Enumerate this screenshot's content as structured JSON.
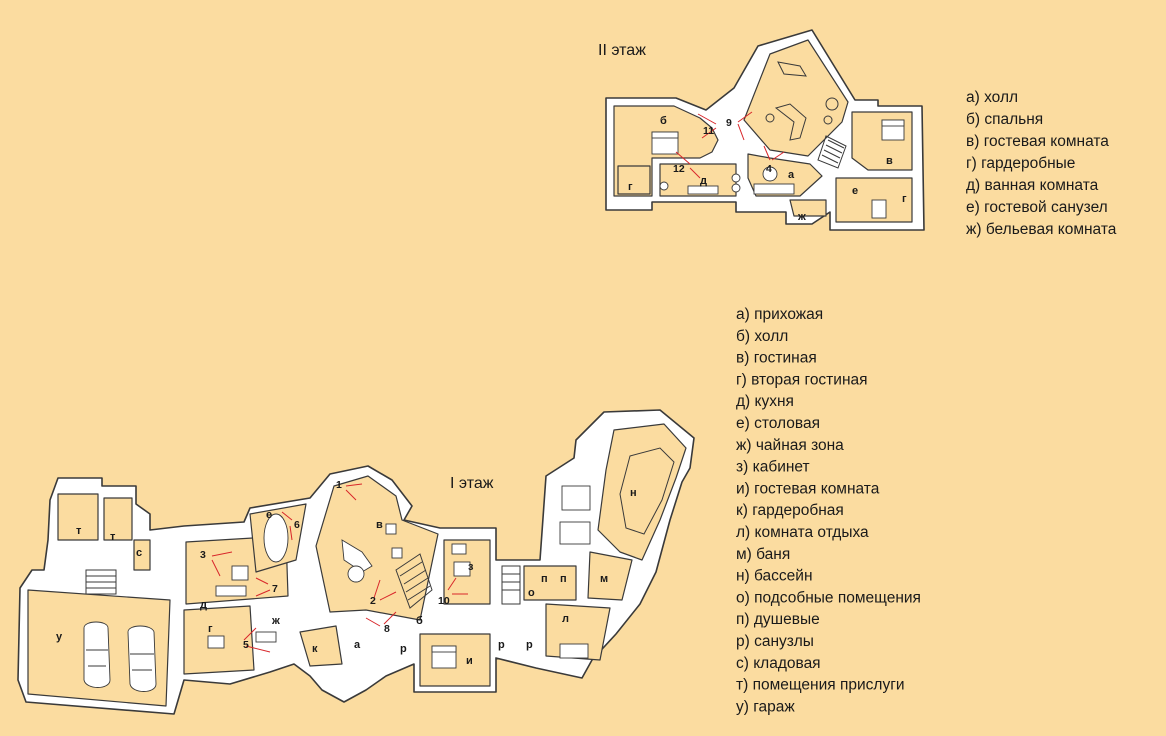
{
  "floor2": {
    "title": "II этаж",
    "legend": [
      "а) холл",
      "б) спальня",
      "в) гостевая комната",
      "г) гардеробные",
      "д) ванная комната",
      "е) гостевой санузел",
      "ж) бельевая комната"
    ],
    "rooms": [
      "а",
      "б",
      "в",
      "г",
      "г",
      "д",
      "е",
      "ж"
    ],
    "viewpoints": [
      "4",
      "9",
      "11",
      "12"
    ]
  },
  "floor1": {
    "title": "I этаж",
    "legend": [
      "а) прихожая",
      "б) холл",
      "в) гостиная",
      "г) вторая гостиная",
      "д) кухня",
      "е) столовая",
      "ж) чайная зона",
      "з) кабинет",
      "и) гостевая комната",
      "к) гардеробная",
      "л) комната отдыха",
      "м) баня",
      "н) бассейн",
      "о) подсобные помещения",
      "п) душевые",
      "р) санузлы",
      "с) кладовая",
      "т) помещения прислуги",
      "у) гараж"
    ],
    "rooms": [
      "а",
      "б",
      "в",
      "г",
      "д",
      "е",
      "ж",
      "з",
      "и",
      "к",
      "л",
      "м",
      "н",
      "о",
      "п",
      "п",
      "р",
      "р",
      "р",
      "с",
      "т",
      "т",
      "у"
    ],
    "viewpoints": [
      "1",
      "2",
      "3",
      "5",
      "6",
      "7",
      "8",
      "10"
    ]
  },
  "colors": {
    "background": "#fbdca0",
    "walls": "#3a3a3a",
    "viewpoint_lines": "#d8262a"
  }
}
